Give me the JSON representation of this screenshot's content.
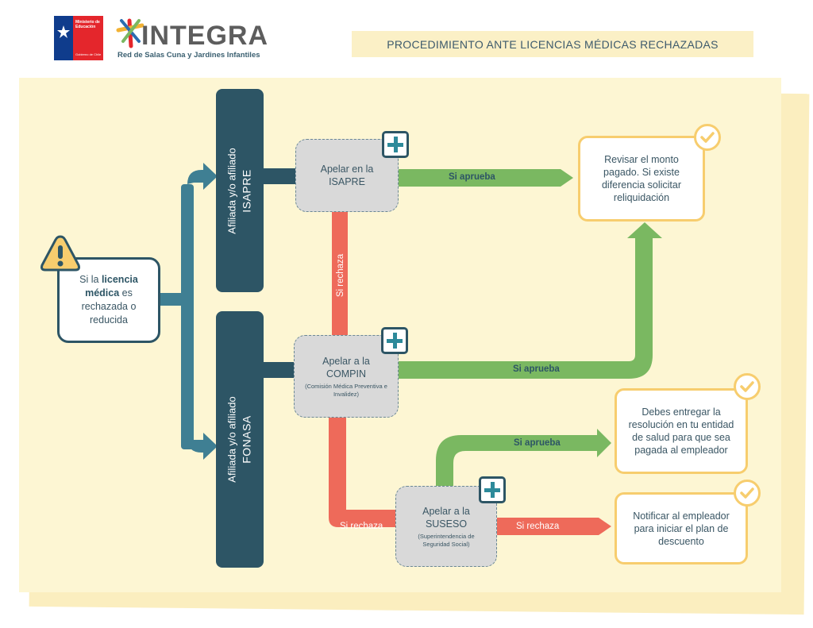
{
  "header": {
    "title": "PROCEDIMIENTO ANTE LICENCIAS MÉDICAS RECHAZADAS",
    "gov_logo_line1": "Ministerio de",
    "gov_logo_line2": "Educación",
    "gov_logo_line3": "Gobierno de Chile",
    "integra_name": "INTEGRA",
    "integra_subtitle": "Red de Salas Cuna y Jardines Infantiles"
  },
  "start": {
    "text_pre": "Si la ",
    "text_bold": "licencia médica",
    "text_post": " es rechazada o reducida"
  },
  "branches": {
    "isapre": {
      "line1": "Afiliada y/o afiliado",
      "line2": "ISAPRE"
    },
    "fonasa": {
      "line1": "Afiliada y/o afiliado",
      "line2": "FONASA"
    }
  },
  "nodes": {
    "isapre": {
      "main": "Apelar en la ISAPRE"
    },
    "compin": {
      "main": "Apelar a la COMPIN",
      "sub": "(Comisión Médica Preventiva e Invalidez)"
    },
    "suseso": {
      "main": "Apelar a la SUSESO",
      "sub": "(Superintendencia de Seguridad Social)"
    }
  },
  "results": {
    "revisar": "Revisar el monto pagado. Si existe diferencia solicitar reliquidación",
    "entregar": "Debes entregar la resolución en tu entidad de salud para que sea pagada al empleador",
    "notificar": "Notificar al empleador para iniciar el plan de descuento"
  },
  "labels": {
    "aprueba": "Si aprueba",
    "rechaza": "Si rechaza"
  },
  "colors": {
    "navy": "#2d5565",
    "teal": "#3f7f93",
    "green": "#7ab861",
    "red": "#ee6a5a",
    "yellow": "#f7cd6e",
    "paper": "#fdf6d3"
  }
}
